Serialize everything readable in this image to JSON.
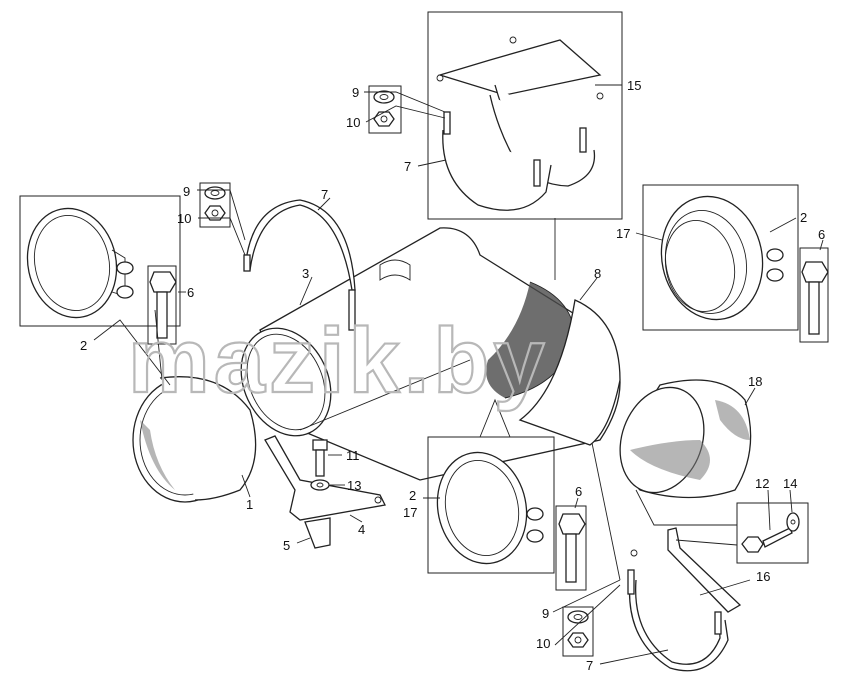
{
  "watermark": "mazik.by",
  "callouts": {
    "c_9_top": "9",
    "c_10_top": "10",
    "c_7_top": "7",
    "c_15": "15",
    "c_9_left": "9",
    "c_10_left": "10",
    "c_7_mid": "7",
    "c_3": "3",
    "c_8": "8",
    "c_2_left": "2",
    "c_6_left": "6",
    "c_1": "1",
    "c_11": "11",
    "c_13": "13",
    "c_4": "4",
    "c_5": "5",
    "c_17_right": "17",
    "c_2_right": "2",
    "c_6_right": "6",
    "c_18": "18",
    "c_2_bottom": "2",
    "c_17_bottom": "17",
    "c_6_bottom": "6",
    "c_12": "12",
    "c_14": "14",
    "c_16": "16",
    "c_9_bottom": "9",
    "c_10_bottom": "10",
    "c_7_bottom": "7"
  }
}
